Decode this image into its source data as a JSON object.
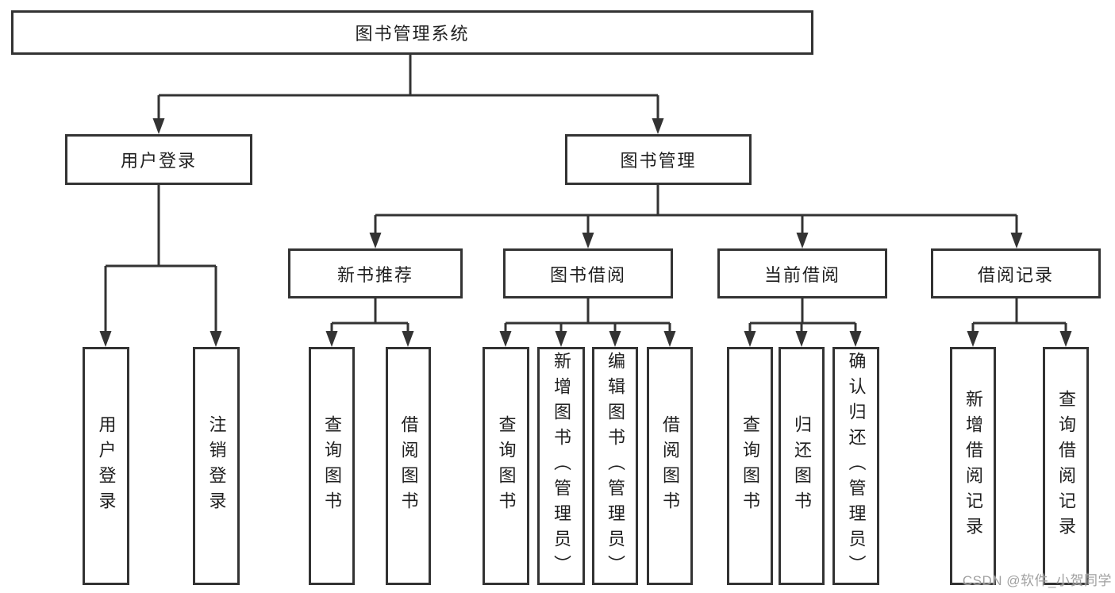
{
  "diagram": {
    "type": "tree",
    "root": {
      "label": "图书管理系统",
      "children": [
        {
          "label": "用户登录",
          "children": [
            {
              "label": "用户登录"
            },
            {
              "label": "注销登录"
            }
          ]
        },
        {
          "label": "图书管理",
          "children": [
            {
              "label": "新书推荐",
              "children": [
                {
                  "label": "查询图书"
                },
                {
                  "label": "借阅图书"
                }
              ]
            },
            {
              "label": "图书借阅",
              "children": [
                {
                  "label": "查询图书"
                },
                {
                  "label": "新增图书（管理员）"
                },
                {
                  "label": "编辑图书（管理员）"
                },
                {
                  "label": "借阅图书"
                }
              ]
            },
            {
              "label": "当前借阅",
              "children": [
                {
                  "label": "查询图书"
                },
                {
                  "label": "归还图书"
                },
                {
                  "label": "确认归还（管理员）"
                }
              ]
            },
            {
              "label": "借阅记录",
              "children": [
                {
                  "label": "新增借阅记录"
                },
                {
                  "label": "查询借阅记录"
                }
              ]
            }
          ]
        }
      ]
    }
  },
  "watermark": {
    "text": "CSDN @软件_小贺同学"
  },
  "colors": {
    "line": "#333333",
    "box_border": "#333333",
    "text": "#1f1f1f",
    "background": "#ffffff",
    "watermark": "#989898"
  }
}
